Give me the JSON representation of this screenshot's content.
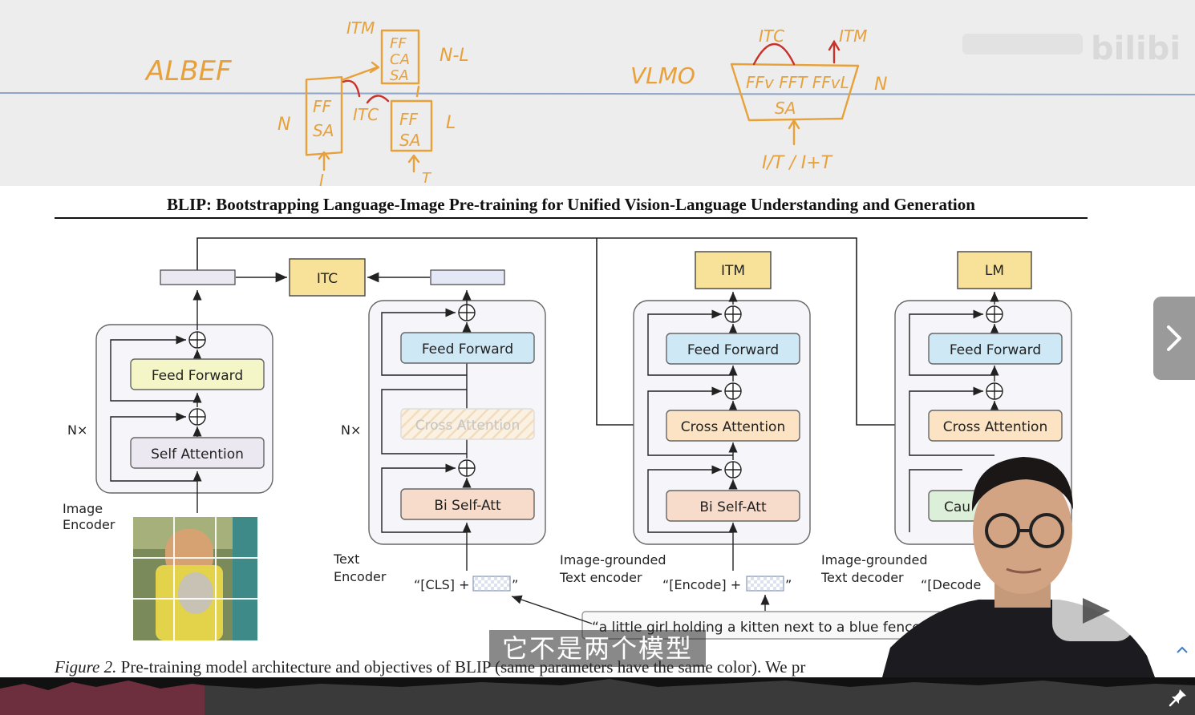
{
  "whiteboard": {
    "albef_label": "ALBEF",
    "vlmo_label": "VLMO",
    "albef_notes": {
      "itm": "ITM",
      "itc": "ITC",
      "n_minus_l": "N-L",
      "n": "N",
      "l": "L",
      "ff": "FF",
      "ca": "CA",
      "sa": "SA",
      "i": "I",
      "t": "T"
    },
    "vlmo_notes": {
      "itc": "ITC",
      "itm": "ITM",
      "ffs": "FFv FFT FFvL",
      "sa": "SA",
      "n": "N",
      "inputs": "I/T / I+T"
    }
  },
  "paper": {
    "title": "BLIP: Bootstrapping Language-Image Pre-training for Unified Vision-Language Understanding and Generation",
    "caption_label": "Figure 2.",
    "caption_text": "Pre-training model architecture and objectives of BLIP (same parameters have the same color). We pr"
  },
  "diagram": {
    "objectives": {
      "itc": "ITC",
      "itm": "ITM",
      "lm": "LM"
    },
    "image_encoder": {
      "feed_forward": "Feed Forward",
      "self_attention": "Self Attention",
      "nx": "N×",
      "label_line1": "Image",
      "label_line2": "Encoder"
    },
    "text_encoder": {
      "feed_forward": "Feed Forward",
      "cross_attention": "Cross Attention",
      "bi_self_att": "Bi Self-Att",
      "nx": "N×",
      "label_line1": "Text",
      "label_line2": "Encoder",
      "token": "“[CLS] +",
      "token_end": "”"
    },
    "grounded_encoder": {
      "feed_forward": "Feed Forward",
      "cross_attention": "Cross Attention",
      "bi_self_att": "Bi Self-Att",
      "label_line1": "Image-grounded",
      "label_line2": "Text encoder",
      "token": "“[Encode] +",
      "token_end": "”"
    },
    "grounded_decoder": {
      "feed_forward": "Feed Forward",
      "cross_attention": "Cross Attention",
      "causal": "Cau",
      "label_line1": "Image-grounded",
      "label_line2": "Text decoder",
      "token": "“[Decode"
    },
    "text_input": "“a little girl holding a kitten next to a blue fence”"
  },
  "player": {
    "subtitle": "它不是两个模型",
    "watermark": "bilibili"
  },
  "colors": {
    "feed_forward_green": "#f4f6c8",
    "feed_forward_blue": "#cfe8f6",
    "self_attention": "#ece8f2",
    "bi_self_att": "#f8dccb",
    "cross_attention": "#fbe3c4",
    "objective": "#f8e29a",
    "embedding": "#e4e8f6"
  }
}
